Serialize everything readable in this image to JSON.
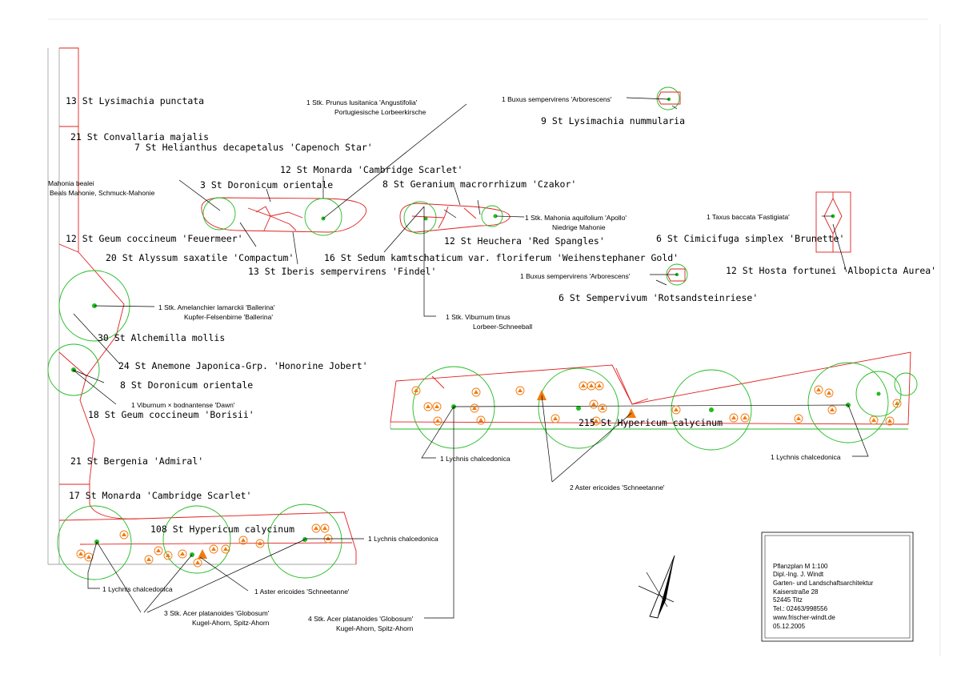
{
  "plant_labels": {
    "lysimachia_punctata": "13 St  Lysimachia punctata",
    "convallaria": "21 St  Convallaria majalis",
    "helianthus": "7 St  Helianthus decapetalus 'Capenoch Star'",
    "monarda_1": "12 St  Monarda 'Cambridge Scarlet'",
    "doronicum_1": "3 St  Doronicum orientale",
    "geranium": "8 St  Geranium macrorrhizum 'Czakor'",
    "geum_feuermeer": "12 St  Geum coccineum 'Feuermeer'",
    "alyssum": "20 St  Alyssum saxatile 'Compactum'",
    "iberis": "13 St  Iberis sempervirens 'Findel'",
    "sedum": "16 St  Sedum kamtschaticum var. floriferum 'Weihenstephaner Gold'",
    "heuchera": "12 St  Heuchera 'Red Spangles'",
    "cimicifuga": "6 St  Cimicifuga simplex 'Brunette'",
    "hosta": "12 St  Hosta fortunei 'Albopicta Aurea'",
    "lysimachia_nummularia": "9 St  Lysimachia nummularia",
    "sempervivum": "6 St  Sempervivum 'Rotsandsteinriese'",
    "alchemilla": "30 St  Alchemilla mollis",
    "anemone": "24 St  Anemone Japonica-Grp. 'Honorine Jobert'",
    "doronicum_2": "8 St  Doronicum orientale",
    "geum_borisii": "18 St  Geum coccineum 'Borisii'",
    "bergenia": "21 St  Bergenia 'Admiral'",
    "monarda_2": "17 St  Monarda 'Cambridge Scarlet'",
    "hypericum_1": "108 St  Hypericum calycinum",
    "hypericum_2": "215 St  Hypericum calycinum"
  },
  "symbol_labels": {
    "mahonia_bealei": [
      "Mahonia bealei",
      "Beals Mahonie, Schmuck-Mahonie"
    ],
    "prunus": [
      "1 Stk.   Prunus lusitanica 'Angustifolia'",
      "Portugiesische Lorbeerkirsche"
    ],
    "buxus_1": [
      "1 Buxus sempervirens 'Arborescens'"
    ],
    "mahonia_aquifolium": [
      "1 Stk.   Mahonia aquifolium 'Apollo'",
      "Niedrige Mahonie"
    ],
    "taxus": [
      "1 Taxus baccata 'Fastigiata'"
    ],
    "buxus_2": [
      "1 Buxus sempervirens 'Arborescens'"
    ],
    "amelanchier": [
      "1 Stk.   Amelanchier lamarckii 'Ballerina'",
      "Kupfer-Felsenbirne 'Ballerina'"
    ],
    "viburnum_tinus": [
      "1 Stk.   Viburnum tinus",
      "Lorbeer-Schneeball"
    ],
    "viburnum_bod": [
      "1 Viburnum × bodnantense 'Dawn'"
    ],
    "lychnis_1": [
      "1 Lychnis chalcedonica"
    ],
    "lychnis_2": [
      "1 Lychnis chalcedonica"
    ],
    "lychnis_3": [
      "1 Lychnis chalcedonica"
    ],
    "lychnis_4": [
      "1 Lychnis chalcedonica"
    ],
    "aster_2": [
      "2 Aster ericoides 'Schneetanne'"
    ],
    "aster_1": [
      "1 Aster ericoides 'Schneetanne'"
    ],
    "acer_3": [
      "3 Stk.   Acer platanoides 'Globosum'",
      "Kugel-Ahorn, Spitz-Ahorn"
    ],
    "acer_4": [
      "4 Stk.   Acer platanoides 'Globosum'",
      "Kugel-Ahorn, Spitz-Ahorn"
    ]
  },
  "title_block": {
    "line1": "Pflanzplan M 1:100",
    "line2": "Dipl.-Ing. J. Windt",
    "line3": "Garten- und Landschaftsarchitektur",
    "line4": "Kaiserstraße 28",
    "line5": "52445 Titz",
    "line6": "Tel.: 02463/998556",
    "line7": "www.frischer-windt.de",
    "line8": "05.12.2005"
  },
  "colors": {
    "bed_outline": "#e02020",
    "tree_canopy": "#22bb22",
    "aster_symbol": "#f07b10",
    "leader": "#000000"
  }
}
